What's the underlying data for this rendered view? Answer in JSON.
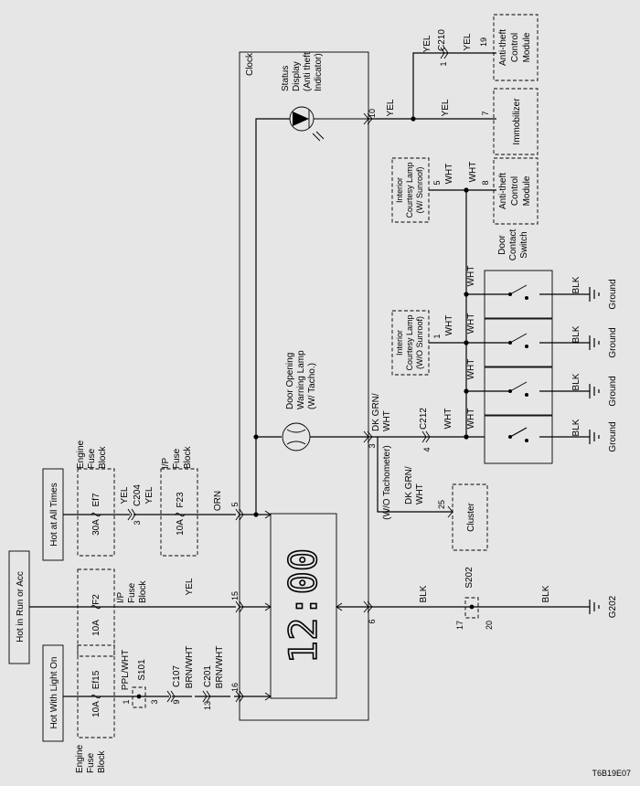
{
  "figure_id": "T6B19E07",
  "power": {
    "hot_light_on": "Hot With Light On",
    "hot_run_acc": "Hot in Run or Acc",
    "hot_all_times": "Hot at All Times"
  },
  "fuse_blocks": {
    "engine_fuse_block": [
      "Engine",
      "Fuse",
      "Block"
    ],
    "ip_fuse_block": [
      "I/P",
      "Fuse",
      "Block"
    ]
  },
  "fuses": {
    "ef15": {
      "name": "Ef15",
      "rating": "10A"
    },
    "f2": {
      "name": "F2",
      "rating": "10A"
    },
    "ef7": {
      "name": "Ef7",
      "rating": "30A"
    },
    "f23": {
      "name": "F23",
      "rating": "10A"
    }
  },
  "splices": {
    "s101": "S101",
    "s202": "S202"
  },
  "connectors": {
    "c107": "C107",
    "c201": "C201",
    "c204": "C204",
    "c210": "C210",
    "c212": "C212"
  },
  "pins": {
    "s101_1": "1",
    "s101_3": "3",
    "c107_9": "9",
    "c201_13": "13",
    "c204_3": "3",
    "clock_16": "16",
    "clock_15": "15",
    "clock_5": "5",
    "clock_6": "6",
    "clock_3": "3",
    "clock_10": "10",
    "c212_4": "4",
    "s202_17": "17",
    "s202_20": "20",
    "cluster_25": "25",
    "c210_1": "1",
    "antitheft_19": "19",
    "immobilizer_7": "7",
    "antitheft_8": "8",
    "courtesy_5": "5",
    "courtesy_1": "1"
  },
  "wires": {
    "ppl_wht": "PPL/WHT",
    "brn_wht": "BRN/WHT",
    "yel": "YEL",
    "orn": "ORN",
    "blk": "BLK",
    "dk_grn": "DK GRN/",
    "wht": "WHT",
    "dk_grn_wht": "DK GRN/",
    "wht2": "WHT"
  },
  "components": {
    "clock": "Clock",
    "status_display": [
      "Status",
      "Display",
      "(Anti theft",
      "Indicator)"
    ],
    "door_lamp": [
      "Door Opening",
      "Warning Lamp",
      "(W/ Tacho.)"
    ],
    "wo_tacho": "(W/O Tachometer)",
    "cluster": "Cluster",
    "immobilizer": "Immobilizer",
    "antitheft_module": [
      "Anti-theft",
      "Control",
      "Module"
    ],
    "courtesy_sunroof": [
      "Interior",
      "Courtesy Lamp",
      "(W/ Sunroof)"
    ],
    "courtesy_nosunroof": [
      "Interior",
      "Courtesy Lamp",
      "(W/O Sunroof)"
    ],
    "door_switch": [
      "Door",
      "Contact",
      "Switch"
    ],
    "ground": "Ground",
    "g202": "G202"
  },
  "display_value": "12:00"
}
